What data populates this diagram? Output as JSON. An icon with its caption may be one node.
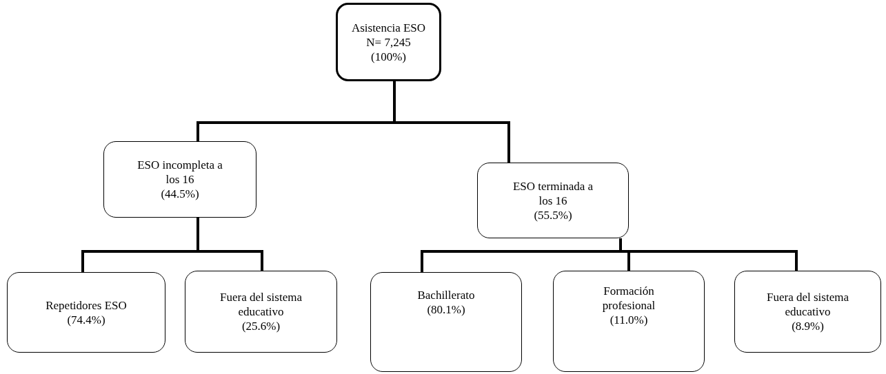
{
  "diagram": {
    "nodes": [
      {
        "text": [
          "Asistencia ESO",
          "N= 7,245",
          "(100%)"
        ]
      },
      {
        "text": [
          "ESO incompleta a los 16",
          "(44.5%)"
        ]
      },
      {
        "text": [
          "ESO terminada a los 16",
          "(55.5%)"
        ]
      },
      {
        "text": [
          "Repetidores ESO",
          "(74.4%)"
        ]
      },
      {
        "text": [
          "Fuera del sistema educativo",
          "(25.6%)"
        ]
      },
      {
        "text": [
          "Bachillerato",
          "(80.1%)"
        ]
      },
      {
        "text": [
          "Formación profesional",
          "(11.0%)"
        ]
      },
      {
        "text": [
          "Fuera del sistema educativo",
          "(8.9%)"
        ]
      }
    ],
    "edges": [
      {
        "from": 0,
        "to": 1,
        "arrow": "none"
      },
      {
        "from": 0,
        "to": 2,
        "arrow": "none"
      },
      {
        "from": 1,
        "to": 3,
        "arrow": "none"
      },
      {
        "from": 1,
        "to": 4,
        "arrow": "none"
      },
      {
        "from": 2,
        "to": 5,
        "arrow": "none"
      },
      {
        "from": 2,
        "to": 6,
        "arrow": "none"
      },
      {
        "from": 2,
        "to": 7,
        "arrow": "none"
      }
    ]
  }
}
